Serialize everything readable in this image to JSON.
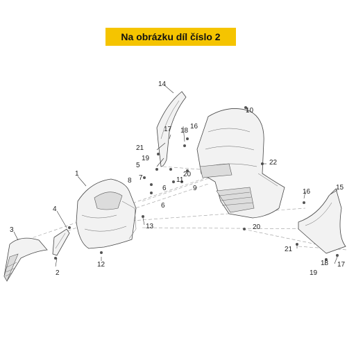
{
  "banner": {
    "text": "Na obrázku díl číslo 2"
  },
  "labels": {
    "l1": "1",
    "l2": "2",
    "l3": "3",
    "l4": "4",
    "l5": "5",
    "l6a": "6",
    "l6b": "6",
    "l7": "7",
    "l8": "8",
    "l9": "9",
    "l10": "10",
    "l11": "11",
    "l12": "12",
    "l13": "13",
    "l14": "14",
    "l15": "15",
    "l16a": "16",
    "l16b": "16",
    "l17a": "17",
    "l17b": "17",
    "l18a": "18",
    "l18b": "18",
    "l19a": "19",
    "l19b": "19",
    "l20a": "20",
    "l20b": "20",
    "l21a": "21",
    "l21b": "21",
    "l22": "22"
  },
  "colors": {
    "banner": "#f5c400"
  }
}
